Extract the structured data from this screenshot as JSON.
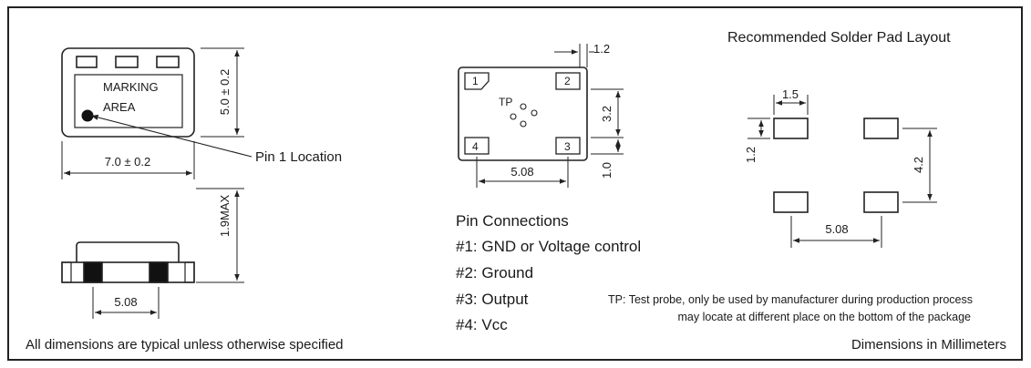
{
  "top_view": {
    "marking_line1": "MARKING",
    "marking_line2": "AREA",
    "width_label": "7.0 ± 0.2",
    "height_label": "5.0 ± 0.2",
    "pin1_label": "Pin 1 Location"
  },
  "side_view": {
    "height_label": "1.9MAX",
    "pitch_label": "5.08"
  },
  "bottom_view": {
    "pad_width_label": "1.2",
    "pad_pitch_v_label": "3.2",
    "pad_height_label": "1.0",
    "pad_pitch_h_label": "5.08",
    "tp_label": "TP",
    "pins": [
      "1",
      "2",
      "3",
      "4"
    ]
  },
  "solder_pad": {
    "title": "Recommended Solder Pad Layout",
    "pad_w_label": "1.5",
    "pad_h_label": "1.2",
    "pitch_v_label": "4.2",
    "pitch_h_label": "5.08"
  },
  "pin_connections": {
    "title": "Pin Connections",
    "items": [
      "#1: GND or Voltage control",
      "#2: Ground",
      "#3: Output",
      "#4: Vcc"
    ]
  },
  "tp_note": {
    "line1": "TP: Test probe, only be used by manufacturer during production process",
    "line2": "may locate at different place on the bottom of the package"
  },
  "footer": {
    "left": "All dimensions are typical unless otherwise specified",
    "right": "Dimensions in Millimeters"
  },
  "colors": {
    "line": "#222222",
    "fill_dark": "#111111"
  }
}
